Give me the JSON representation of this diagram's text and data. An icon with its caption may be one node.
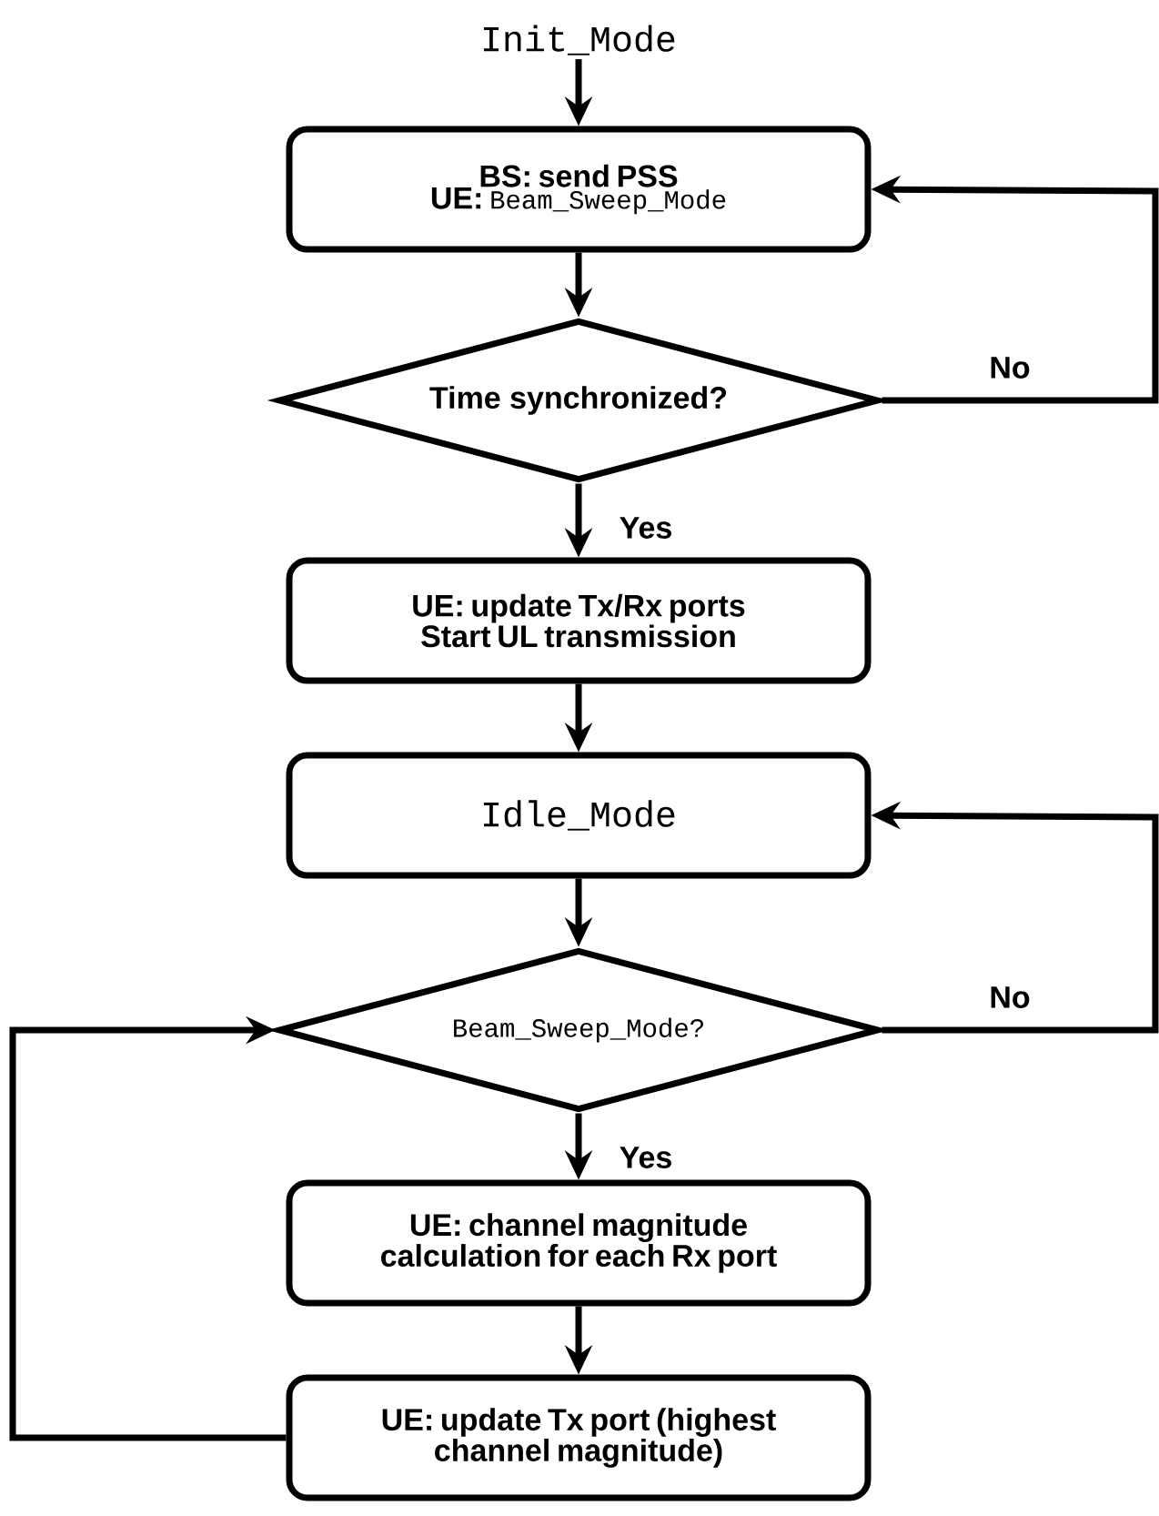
{
  "diagram": {
    "nodes": [
      {
        "text": [
          "Init_Mode"
        ]
      },
      {
        "text": [
          "BS: send PSS",
          "UE:",
          "Beam_Sweep_Mode"
        ]
      },
      {
        "text": [
          "Time synchronized?"
        ]
      },
      {
        "text": [
          "UE: update Tx/Rx ports Start UL transmission"
        ]
      },
      {
        "text": [
          "Idle_Mode"
        ]
      },
      {
        "text": [
          "Beam_Sweep_Mode?"
        ]
      },
      {
        "text": [
          "UE: channel magnitude calculation for each Rx port"
        ]
      },
      {
        "text": [
          "UE: update Tx port (highest channel magnitude)"
        ]
      }
    ],
    "edges": [
      {
        "from": 0,
        "to": 1,
        "arrow": "to"
      },
      {
        "from": 1,
        "to": 2,
        "arrow": "to"
      },
      {
        "from": 2,
        "to": 3,
        "arrow": "to",
        "label": "Yes"
      },
      {
        "from": 2,
        "to": 1,
        "arrow": "to",
        "label": "No"
      },
      {
        "from": 3,
        "to": 4,
        "arrow": "to"
      },
      {
        "from": 4,
        "to": 5,
        "arrow": "to"
      },
      {
        "from": 5,
        "to": 6,
        "arrow": "to",
        "label": "Yes"
      },
      {
        "from": 5,
        "to": 4,
        "arrow": "to",
        "label": "No"
      },
      {
        "from": 6,
        "to": 7,
        "arrow": "to"
      },
      {
        "from": 7,
        "to": 5,
        "arrow": "to"
      }
    ]
  }
}
